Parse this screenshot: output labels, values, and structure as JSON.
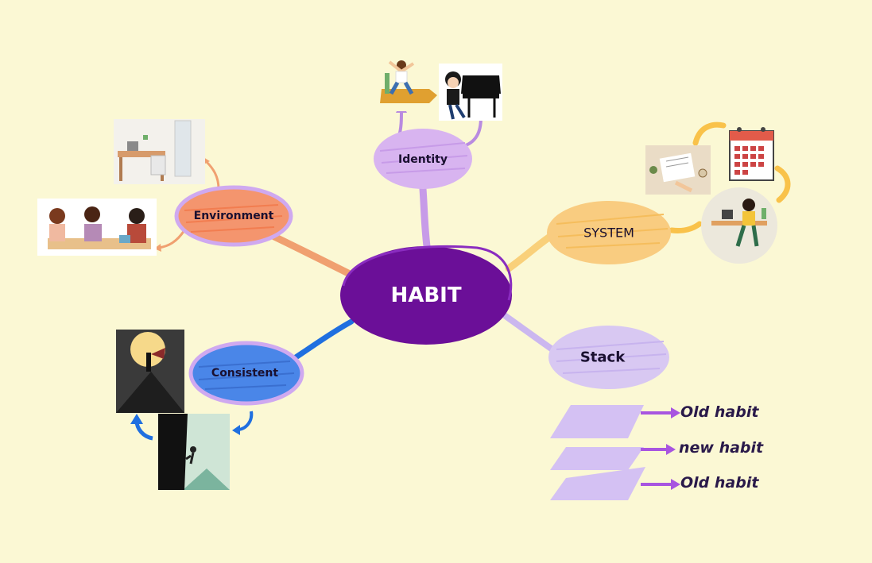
{
  "center": {
    "label": "HABIT"
  },
  "branches": [
    {
      "id": "identity",
      "label": "Identity",
      "color": "#d8b4f0"
    },
    {
      "id": "environment",
      "label": "Environment",
      "color": "#f4956e"
    },
    {
      "id": "system",
      "label": "SYSTEM",
      "color": "#f9cc80"
    },
    {
      "id": "consistent",
      "label": "Consistent",
      "color": "#4a86e8"
    },
    {
      "id": "stack",
      "label": "Stack",
      "color": "#d8c8f2"
    }
  ],
  "stack_items": [
    "Old habit",
    "new habit",
    "Old habit"
  ],
  "colors": {
    "background": "#fbf8d4",
    "center": "#6b0f98",
    "identity_link": "#c79be8",
    "environment_link": "#f0a070",
    "system_link": "#f9d07a",
    "consistent_link": "#1f6fe0",
    "stack_link": "#cbb7ef",
    "arrow_purple": "#a855e0"
  },
  "illustrations": [
    "dancing-person-icon",
    "pianist-icon",
    "desk-room-icon",
    "people-meeting-icon",
    "planner-notebook-icon",
    "calendar-icon",
    "person-at-desk-icon",
    "mountain-summit-icon",
    "climber-icon"
  ]
}
